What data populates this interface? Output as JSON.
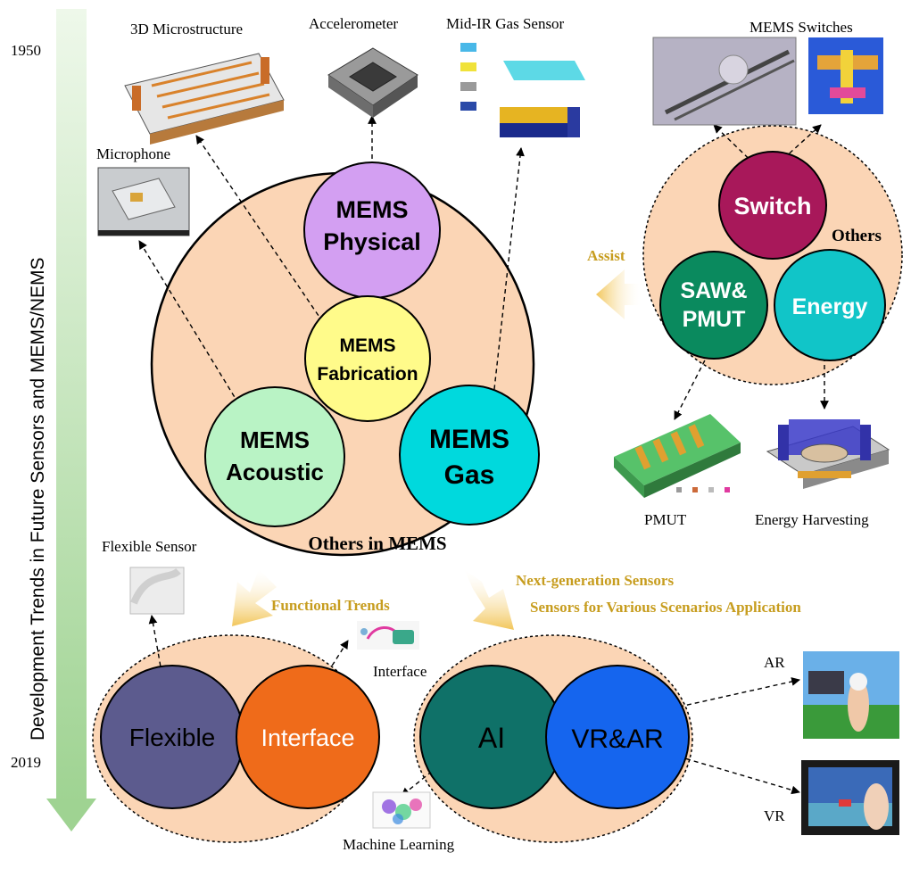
{
  "timeline": {
    "start_year": "1950",
    "end_year": "2019",
    "label": "Development Trends in Future Sensors and MEMS/NEMS"
  },
  "main_circle": {
    "title": "Others in MEMS",
    "physical": [
      "MEMS",
      "Physical"
    ],
    "fabrication": [
      "MEMS",
      "Fabrication"
    ],
    "acoustic": [
      "MEMS",
      "Acoustic"
    ],
    "gas": [
      "MEMS",
      "Gas"
    ]
  },
  "others_circle": {
    "title": "Others",
    "switch": "Switch",
    "saw": [
      "SAW&",
      "PMUT"
    ],
    "energy": "Energy",
    "assist": "Assist"
  },
  "image_labels": {
    "microstructure": "3D Microstructure",
    "accelerometer": "Accelerometer",
    "gas_sensor": "Mid-IR Gas Sensor",
    "mems_switches": "MEMS Switches",
    "microphone": "Microphone",
    "pmut": "PMUT",
    "energy_harvesting": "Energy Harvesting",
    "flexible_sensor": "Flexible Sensor",
    "interface": "Interface",
    "machine_learning": "Machine Learning",
    "ar": "AR",
    "vr": "VR"
  },
  "trends": {
    "functional": "Functional Trends",
    "next_gen": "Next-generation Sensors",
    "scenarios": "Sensors for Various Scenarios Application"
  },
  "bottom_left": {
    "flexible": "Flexible",
    "interface": "Interface"
  },
  "bottom_right": {
    "ai": "AI",
    "vrar": "VR&AR"
  },
  "colors": {
    "peach": "#fbd5b5",
    "physical": "#d39ff2",
    "fabrication": "#fffb8a",
    "acoustic": "#b9f3c5",
    "gas": "#00d9dd",
    "switch": "#a8185a",
    "saw": "#0a8a5e",
    "energy": "#11c5c8",
    "flexible": "#5c5b8e",
    "interface": "#ef6b1a",
    "ai": "#0f7168",
    "vrar": "#1565ee",
    "trend_text": "#c79d1f",
    "timeline": "#a7d89a"
  }
}
